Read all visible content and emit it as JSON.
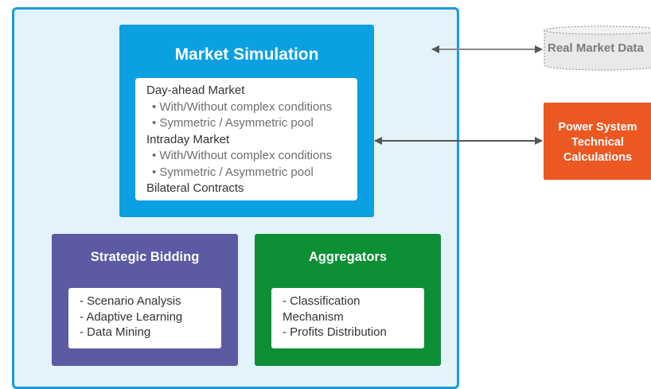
{
  "market_simulation": {
    "title": "Market Simulation",
    "lines": [
      {
        "text": "Day-ahead Market",
        "kind": "head"
      },
      {
        "text": "• With/Without complex conditions",
        "kind": "sub"
      },
      {
        "text": "• Symmetric / Asymmetric pool",
        "kind": "sub"
      },
      {
        "text": "Intraday Market",
        "kind": "head"
      },
      {
        "text": "• With/Without complex conditions",
        "kind": "sub"
      },
      {
        "text": "• Symmetric / Asymmetric pool",
        "kind": "sub"
      },
      {
        "text": "Bilateral Contracts",
        "kind": "head"
      }
    ]
  },
  "strategic_bidding": {
    "title": "Strategic Bidding",
    "items": [
      "- Scenario Analysis",
      "- Adaptive Learning",
      "- Data Mining"
    ]
  },
  "aggregators": {
    "title": "Aggregators",
    "items": [
      "- Classification",
      "Mechanism",
      "- Profits Distribution"
    ]
  },
  "real_market_data": {
    "label": "Real Market Data",
    "icon": "database-icon"
  },
  "power_system": {
    "label_lines": [
      "Power System",
      "Technical",
      "Calculations"
    ]
  },
  "colors": {
    "container_bg": "#e3f3fb",
    "container_border": "#1a9ad9",
    "market_simulation": "#0aa0e2",
    "strategic_bidding": "#5d5aa4",
    "aggregators": "#0d8f35",
    "power_system": "#ec5822",
    "arrow": "#555555"
  }
}
